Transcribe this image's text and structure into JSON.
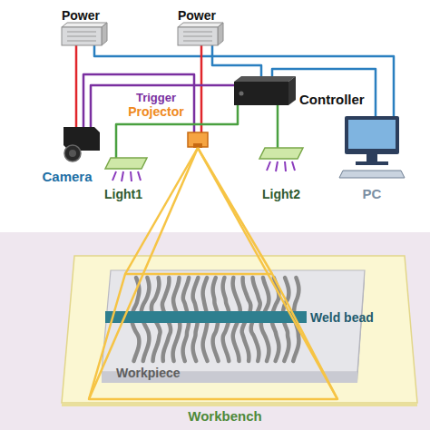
{
  "diagram": {
    "nodes": [
      {
        "text": [
          "Workbench"
        ]
      },
      {
        "text": [
          "Workpiece"
        ],
        "in": 0
      }
    ],
    "labels": [
      "Power",
      "Power",
      "Trigger",
      "Projector",
      "Controller",
      "Camera",
      "Light1",
      "Light2",
      "PC",
      "Weld bead"
    ]
  }
}
